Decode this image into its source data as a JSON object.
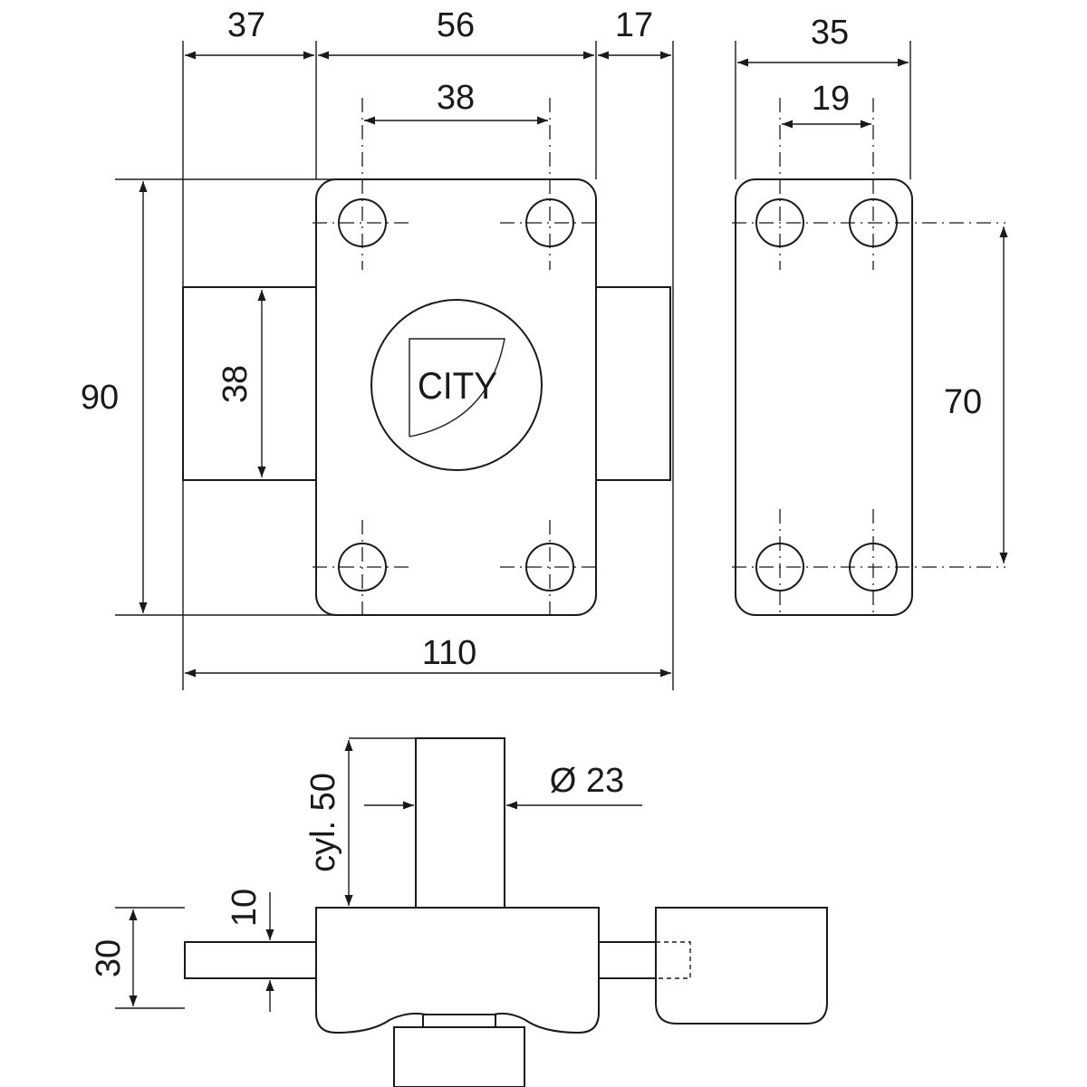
{
  "front_view": {
    "dims": {
      "left_extension": "37",
      "plate_width": "56",
      "right_extension": "17",
      "hole_spacing": "38",
      "body_height": "38",
      "overall_height": "90",
      "overall_width": "110"
    },
    "logo_text": "CITY"
  },
  "side_view": {
    "dims": {
      "plate_width": "35",
      "hole_spacing": "19",
      "hole_vertical_spacing": "70"
    }
  },
  "bottom_view": {
    "dims": {
      "cylinder_length": "cyl. 50",
      "cylinder_diameter": "Ø 23",
      "bolt_height": "10",
      "body_height": "30"
    }
  }
}
